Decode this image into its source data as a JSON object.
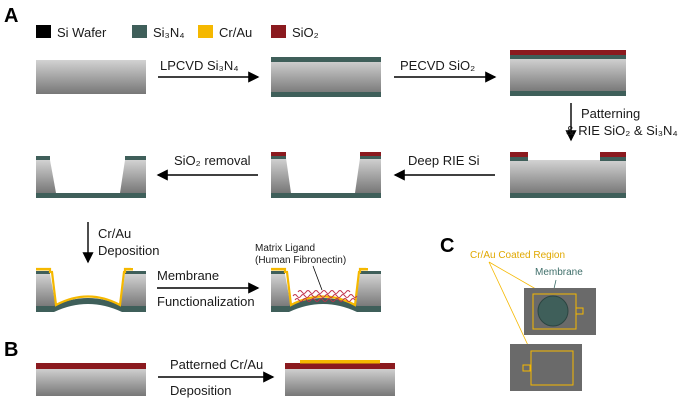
{
  "panels": {
    "a": "A",
    "b": "B",
    "c": "C"
  },
  "legend": [
    {
      "label": "Si Wafer",
      "color": "#000000"
    },
    {
      "label": "Si₃N₄",
      "color": "#3f5f5a"
    },
    {
      "label": "Cr/Au",
      "color": "#f5b800"
    },
    {
      "label": "SiO₂",
      "color": "#8b1a1f"
    }
  ],
  "steps": {
    "lpcvd": "LPCVD Si₃N₄",
    "pecvd": "PECVD SiO₂",
    "patterning_line1": "Patterning",
    "patterning_line2": "& RIE SiO₂ & Si₃N₄",
    "deep_rie": "Deep RIE Si",
    "sio2_removal": "SiO₂ removal",
    "crau_line1": "Cr/Au",
    "crau_line2": "Deposition",
    "membrane_line1": "Membrane",
    "membrane_line2": "Functionalization",
    "ligand_line1": "Matrix Ligand",
    "ligand_line2": "(Human Fibronectin)",
    "patterned_line1": "Patterned Cr/Au",
    "patterned_line2": "Deposition"
  },
  "panel_c": {
    "coated_region": "Cr/Au Coated Region",
    "membrane": "Membrane"
  },
  "colors": {
    "si_top": "#d0d0d0",
    "si_bottom": "#7a7a7a",
    "nitride": "#3f5f5a",
    "oxide": "#8b1a1f",
    "gold": "#f5b800",
    "ligand": "#c0304a",
    "chip": "#6a6a6a"
  }
}
